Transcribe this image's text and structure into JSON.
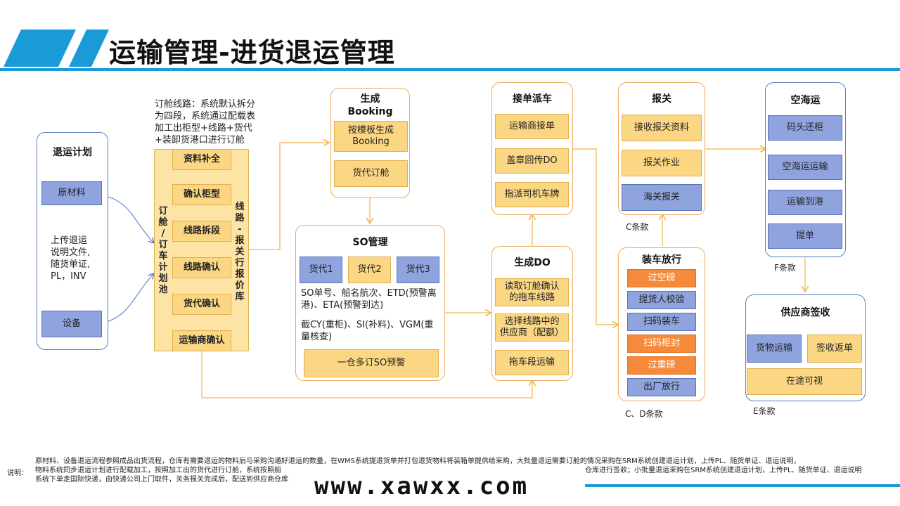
{
  "page": {
    "title": "运输管理-进货退运管理",
    "colors": {
      "accent": "#1a9ad6",
      "panel_blue": "#5b7fc7",
      "panel_orange": "#f0a860",
      "box_yellow": "#fbd783",
      "box_blue": "#8fa4de",
      "box_orange": "#f58a3a",
      "arrow": "#f2b34a"
    }
  },
  "plan": {
    "title": "退运计划",
    "raw": "原材料",
    "desc": "上传退运\n说明文件,\n随货单证,\nPL，INV",
    "equip": "设备"
  },
  "booking_note": "订舱线路：系统默认拆分\n为四段，系统通过配载表\n加工出柜型+线路+货代\n+装卸货港口进行订舱",
  "pool": {
    "left_label": "订\n舱\n/\n订\n车\n计\n划\n池",
    "right_label": "线\n路\n-\n报\n关\n行\n报\n价\n库",
    "steps": [
      "资料补全",
      "确认柜型",
      "线路拆段",
      "线路确认",
      "货代确认",
      "运输商确认"
    ]
  },
  "booking": {
    "title": "生成\nBooking",
    "items": [
      "按模板生成\nBooking",
      "货代订舱"
    ]
  },
  "so": {
    "title": "SO管理",
    "forwarders": [
      "货代1",
      "货代2",
      "货代3"
    ],
    "text1": "SO单号、船名航次、ETD(预警离港)、ETA(预警到达)",
    "text2": "截CY(重柜)、SI(补料)、VGM(重量核查)",
    "bottom": "一仓多订SO预警"
  },
  "dispatch": {
    "title": "接单派车",
    "items": [
      "运输商接单",
      "盖章回传DO",
      "指派司机车牌"
    ]
  },
  "do": {
    "title": "生成DO",
    "items": [
      "读取订舱确认\n的拖车线路",
      "选择线路中的\n供应商（配额）",
      "拖车段运输"
    ]
  },
  "customs": {
    "title": "报关",
    "items": [
      "接收报关资料",
      "报关作业",
      "海关报关"
    ],
    "clause": "C条款"
  },
  "loading": {
    "title": "装车放行",
    "items": [
      "过空磅",
      "提货人校验",
      "扫码装车",
      "扫码柜封",
      "过重磅",
      "出厂放行"
    ],
    "clause": "C、D条款"
  },
  "seaair": {
    "title": "空海运",
    "items": [
      "码头还柜",
      "空海运运输",
      "运输到港",
      "提单"
    ],
    "clause": "F条款"
  },
  "supplier": {
    "title": "供应商签收",
    "items": [
      "货物运输",
      "签收返单",
      "在途可视"
    ],
    "clause": "E条款"
  },
  "footer": {
    "label": "说明：",
    "line1": "原材料、设备退运流程参照成品出货流程，仓库有需要退运的物料后与采购沟通好退运的数量，在WMS系统提退货单并打包退货物料将装箱单提供给采购，大批量退运需要订舱的情况采购在SRM系统创建退运计划，上传PL、随货单证、退运说明，",
    "line2a": "物料系统同步退运计划进行配载加工，按照加工出的货代进行订舱，系统按照船",
    "line2b": "仓库进行签收；小批量退运采购在SRM系统创建退运计划，上传PL、随货单证、退运说明",
    "line3": "系统下单走国际快递，由快递公司上门取件，关务报关完成后，配送到供应商仓库",
    "watermark": "www.xawxx.com"
  }
}
